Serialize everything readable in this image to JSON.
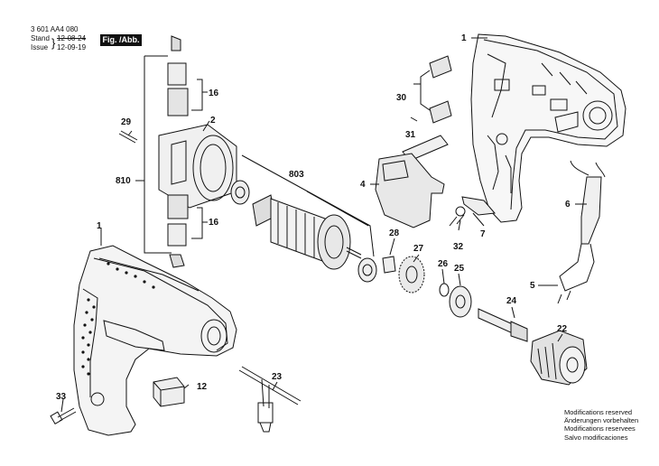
{
  "header": {
    "doc_number": "3 601 AA4 080",
    "stand_label": "Stand",
    "stand_value": "12-08-24",
    "issue_label": "Issue",
    "issue_value": "12-09-19",
    "figure_label": "Fig. /Abb. 1"
  },
  "part_labels": {
    "p1_top": "1",
    "p1_left": "1",
    "p2": "2",
    "p4": "4",
    "p5": "5",
    "p6": "6",
    "p7": "7",
    "p12": "12",
    "p16a": "16",
    "p16b": "16",
    "p22": "22",
    "p23": "23",
    "p24": "24",
    "p25": "25",
    "p26": "26",
    "p27": "27",
    "p28": "28",
    "p29": "29",
    "p30": "30",
    "p31": "31",
    "p32": "32",
    "p33": "33",
    "p803": "803",
    "p810": "810"
  },
  "notes": [
    "Modifications reserved",
    "Änderungen vorbehalten",
    "Modifications reservees",
    "Salvo modificaciones"
  ]
}
